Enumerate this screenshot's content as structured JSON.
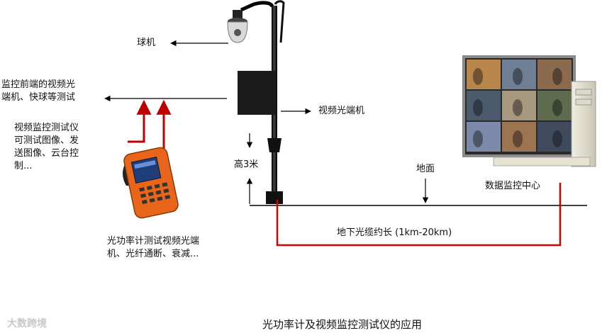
{
  "labels": {
    "dome_camera": "球机",
    "front_end_tests": [
      "监控前端的视频光",
      "端机、快球等测试"
    ],
    "tester_functions": [
      "视频监控测试仪",
      "可测试图像、发",
      "送图像、云台控",
      "制..."
    ],
    "optical_terminal": "视频光端机",
    "height": "高3米",
    "ground": "地面",
    "center": "数据监控中心",
    "cable": "地下光缆约长 (1km-20km)",
    "power_meter": [
      "光功率计测试视频光端",
      "机、光纤通断、衰减..."
    ]
  },
  "caption": "光功率计及视频监控测试仪的应用",
  "watermark": "大数跨境",
  "colors": {
    "line": "#000000",
    "fiber": "#d40000",
    "tester_orange": "#e8651a",
    "monitor_frame": "#8a8a8a"
  },
  "icons": [
    "dome-camera-icon",
    "optical-terminal-box-icon",
    "handheld-tester-icon",
    "monitor-wall-icon",
    "computer-tower-icon"
  ]
}
